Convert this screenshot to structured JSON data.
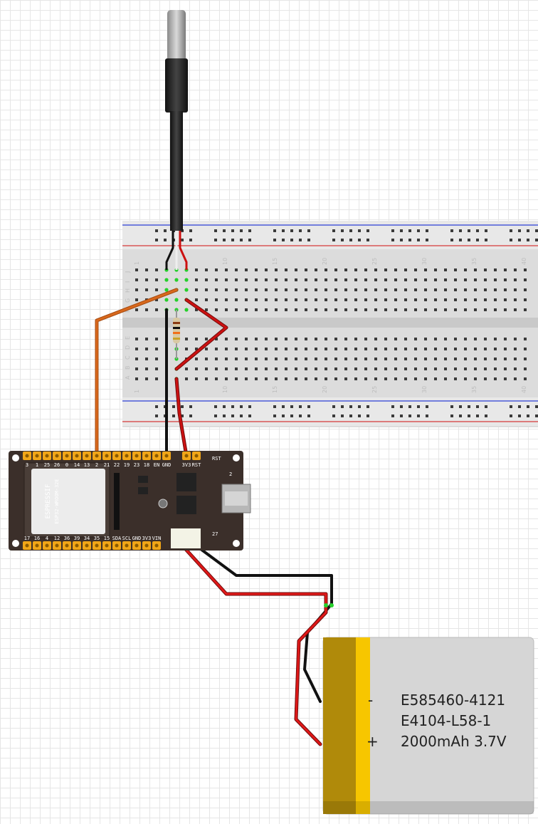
{
  "board": {
    "brand": "ESPRESSIF",
    "module": "ESP32-WROOM-32E",
    "top_pins": [
      "3",
      "1",
      "25",
      "26",
      "0",
      "14",
      "13",
      "2",
      "21",
      "22",
      "19",
      "23",
      "18",
      "EN",
      "GND",
      "3V3",
      "RST"
    ],
    "bottom_pins": [
      "17",
      "16",
      "4",
      "12",
      "36",
      "39",
      "34",
      "35",
      "15",
      "SDA",
      "SCL",
      "GND",
      "3V3",
      "VIN"
    ],
    "rst_label": "RST",
    "misc_labels": [
      "2",
      "27"
    ]
  },
  "breadboard": {
    "column_numbers": [
      "1",
      "10",
      "15",
      "20",
      "25",
      "30",
      "35",
      "40"
    ],
    "row_letters_top": [
      "J",
      "I",
      "H",
      "G",
      "F"
    ],
    "row_letters_bottom": [
      "E",
      "D",
      "C",
      "B",
      "A"
    ]
  },
  "battery": {
    "minus_sign": "-",
    "plus_sign": "+",
    "line1": "E585460-4121",
    "line2": "E4104-L58-1",
    "line3": "2000mAh 3.7V"
  },
  "colors": {
    "wire_red": "#cc1111",
    "wire_black": "#111111",
    "wire_orange": "#d8681c",
    "pcb": "#3b2f2a",
    "pin_gold": "#f1a617",
    "battery_body": "#d6d6d6",
    "battery_band": "#f7c600"
  }
}
